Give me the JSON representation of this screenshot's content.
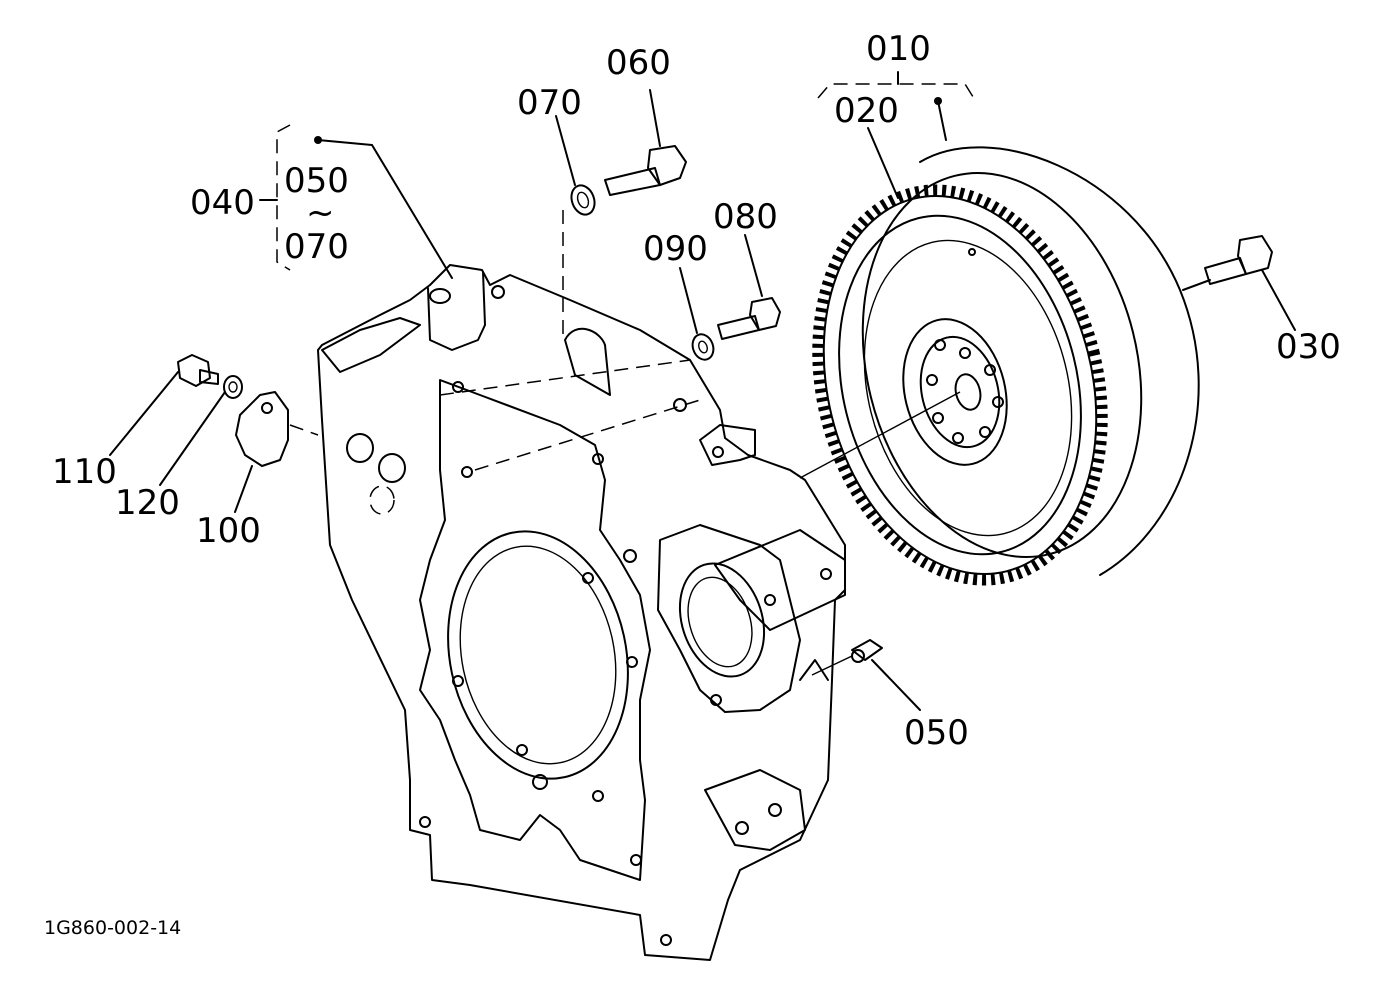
{
  "callouts": {
    "c010": "010",
    "c020": "020",
    "c030": "030",
    "c040": "040",
    "c050_group": "050",
    "tilde": "~",
    "c070_group": "070",
    "c050": "050",
    "c060": "060",
    "c070": "070",
    "c080": "080",
    "c090": "090",
    "c100": "100",
    "c110": "110",
    "c120": "120"
  },
  "reference_code": "1G860-002-14"
}
